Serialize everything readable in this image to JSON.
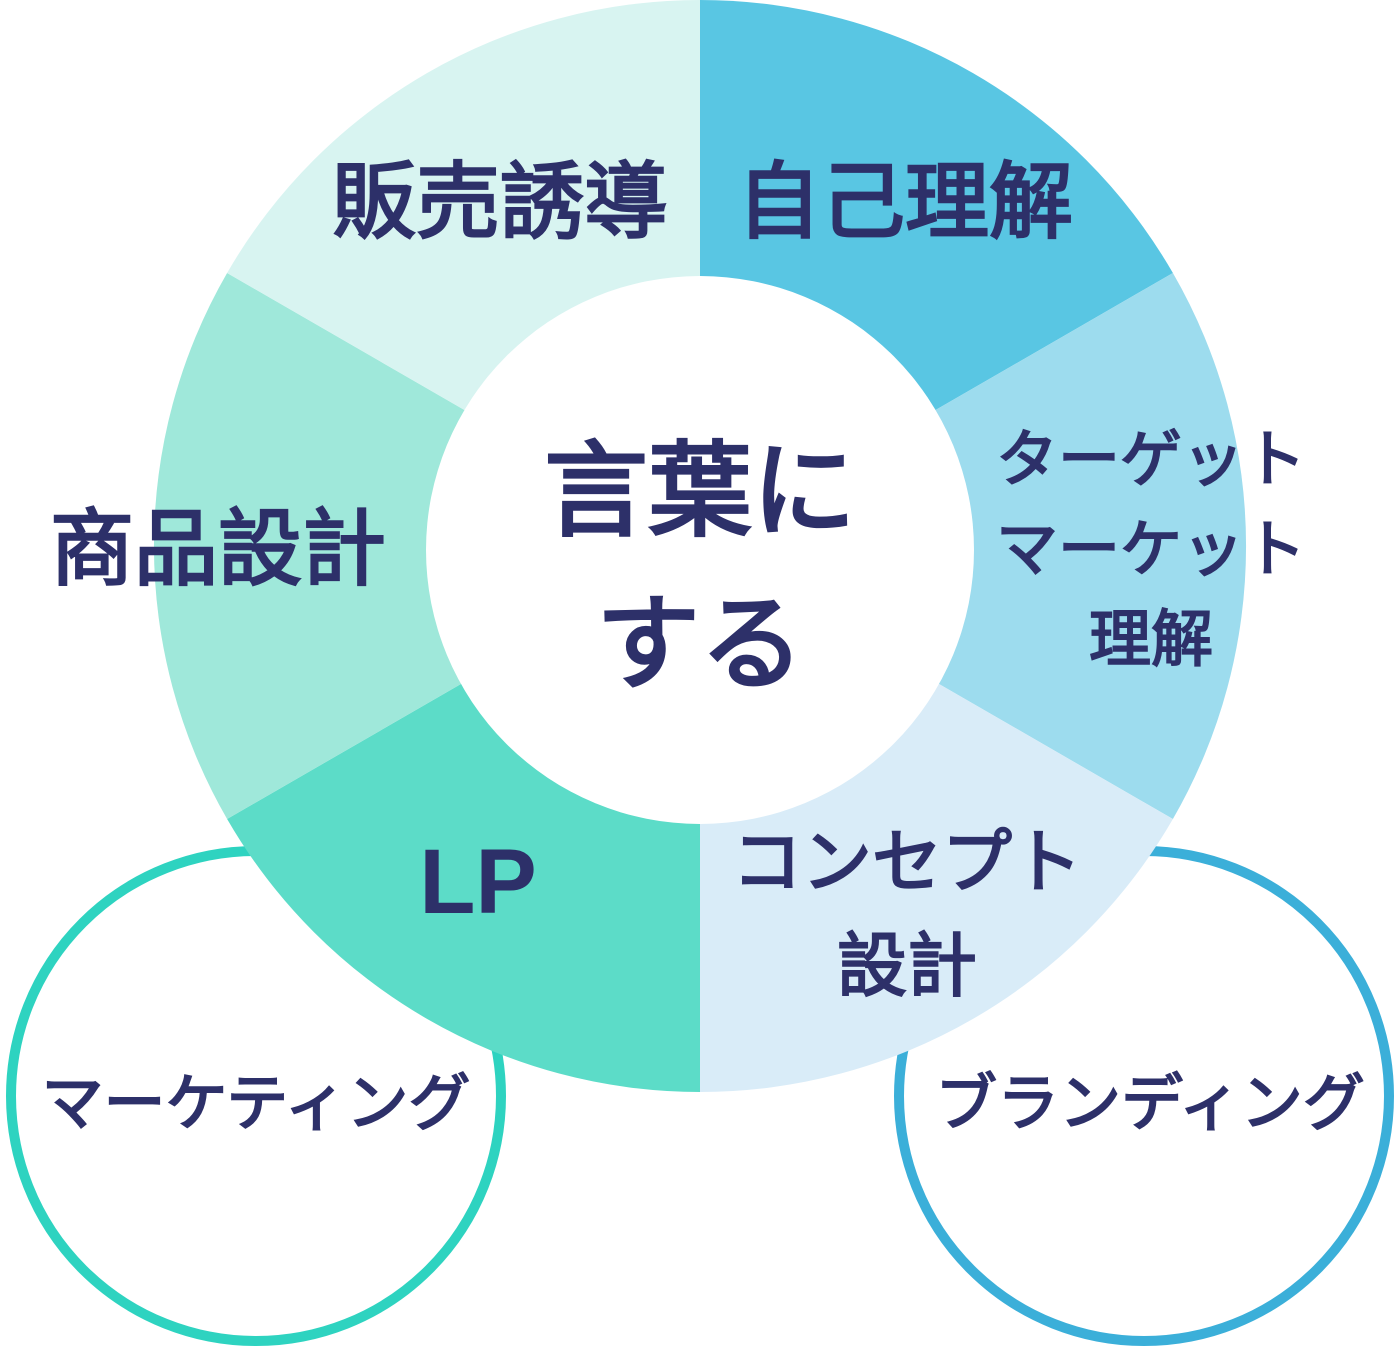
{
  "diagram": {
    "text_color": "#2d3069",
    "background": "#ffffff",
    "center_label": {
      "lines": [
        "言葉に",
        "する"
      ],
      "circle_color": "#ffffff"
    },
    "segments": [
      {
        "id": "self-understanding",
        "lines": [
          "自己理解"
        ],
        "color": "#59c6e3"
      },
      {
        "id": "target-market-understanding",
        "lines": [
          "ターゲット",
          "マーケット",
          "理解"
        ],
        "color": "#9ddcee"
      },
      {
        "id": "concept-design",
        "lines": [
          "コンセプト",
          "設計"
        ],
        "color": "#d9ecf8"
      },
      {
        "id": "lp",
        "lines": [
          "LP"
        ],
        "color": "#5cdcc8"
      },
      {
        "id": "product-design",
        "lines": [
          "商品設計"
        ],
        "color": "#9fe8da"
      },
      {
        "id": "sales-guidance",
        "lines": [
          "販売誘導"
        ],
        "color": "#d8f4f1"
      }
    ],
    "outer_circles": [
      {
        "id": "marketing",
        "label": "マーケティング",
        "stroke_color": "#2ed3c0"
      },
      {
        "id": "branding",
        "label": "ブランディング",
        "stroke_color": "#3bafd9"
      }
    ]
  }
}
